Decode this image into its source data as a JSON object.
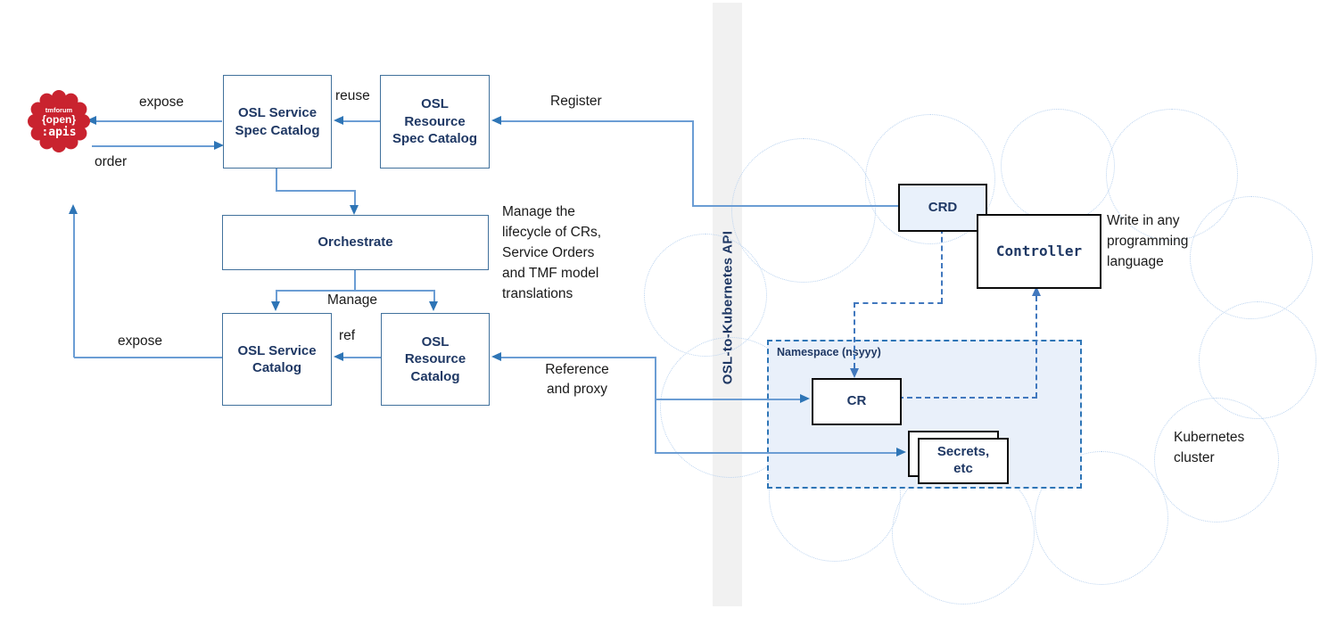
{
  "badge": {
    "line1": "tmforum",
    "line2": "{open}",
    "line3": ":apis"
  },
  "left": {
    "expose_top": "expose",
    "order": "order",
    "reuse": "reuse",
    "register": "Register",
    "manage": "Manage",
    "ref": "ref",
    "expose_bottom": "expose",
    "reference_proxy": "Reference\nand proxy",
    "lifecycle_note": "Manage the\nlifecycle of CRs,\nService Orders\nand TMF model\ntranslations",
    "boxes": {
      "service_spec": "OSL Service\nSpec Catalog",
      "resource_spec": "OSL\nResource\nSpec Catalog",
      "orchestrate": "Orchestrate",
      "service_catalog": "OSL Service\nCatalog",
      "resource_catalog": "OSL\nResource\nCatalog"
    }
  },
  "bar": {
    "label": "OSL-to-Kubernetes API"
  },
  "cluster": {
    "namespace_label": "Namespace (nsyyy)",
    "crd": "CRD",
    "controller": "Controller",
    "cr": "CR",
    "secrets": "Secrets,\netc",
    "write_note": "Write in any\nprogramming\nlanguage",
    "cluster_label": "Kubernetes\ncluster"
  },
  "colors": {
    "box_border_blue": "#41719c",
    "navy_text": "#1f3864",
    "line_blue": "#6b9dd4",
    "arrow_blue": "#2e75b6",
    "dashed_blue": "#4178be",
    "namespace_fill": "#e9f0fa",
    "crd_fill": "#e9f1fb",
    "bar_gray": "#f1f1f1",
    "cloud_dotted": "#b9d2ef",
    "badge_red": "#c9232f"
  }
}
